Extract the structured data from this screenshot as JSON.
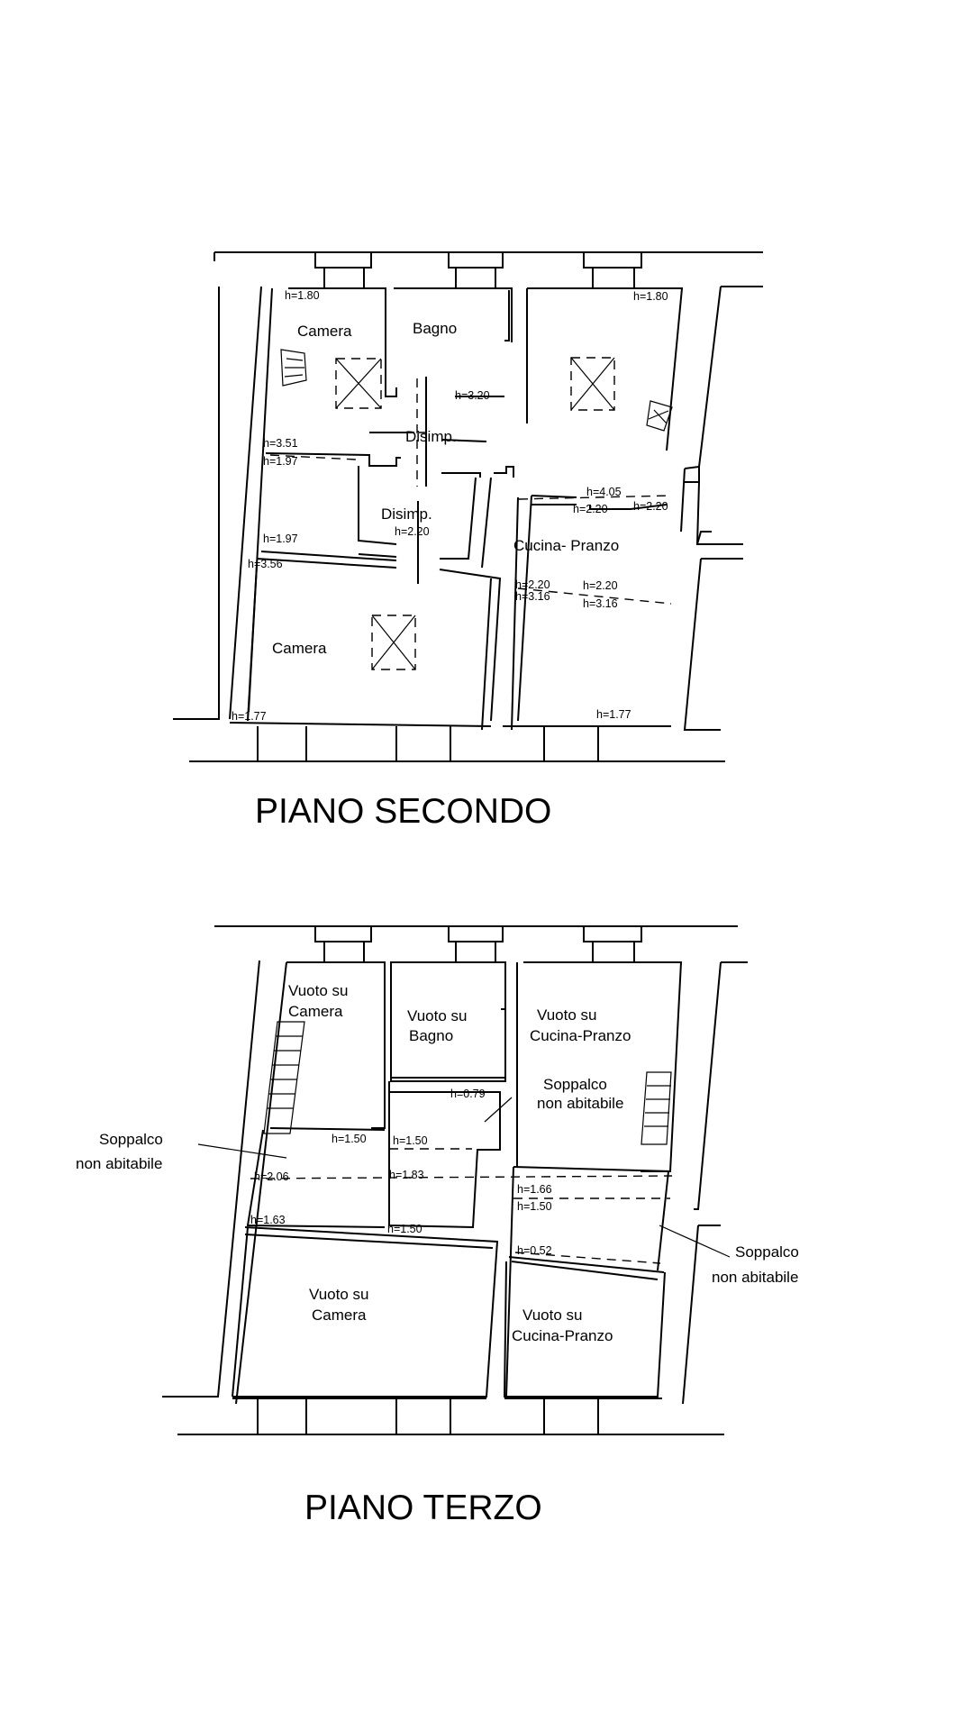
{
  "floor_plans": [
    {
      "title": "PIANO SECONDO",
      "rooms": [
        "Camera",
        "Bagno",
        "Disimp.",
        "Disimp.",
        "Camera",
        "Cucina- Pranzo"
      ],
      "heights": [
        "h=1.80",
        "h=1.80",
        "h=3.20",
        "h=3.51",
        "h=1.97",
        "h=4.05",
        "h=2.20",
        "h=2.20",
        "h=2.20",
        "h=1.97",
        "h=3.56",
        "h=2.20",
        "h=3.16",
        "h=2.20",
        "h=3.16",
        "h=1.77",
        "h=1.77"
      ]
    },
    {
      "title": "PIANO TERZO",
      "rooms": [
        "Vuoto su",
        "Camera",
        "Vuoto su",
        "Bagno",
        "Vuoto su",
        "Cucina-Pranzo",
        "Soppalco",
        "non abitabile",
        "Vuoto su",
        "Camera",
        "Vuoto su",
        "Cucina-Pranzo"
      ],
      "heights": [
        "h=0.79",
        "h=1.50",
        "h=1.50",
        "h=2.06",
        "h=1.83",
        "h=1.66",
        "h=1.50",
        "h=1.63",
        "h=1.50",
        "h=0.52"
      ],
      "notes": [
        "Soppalco",
        "non abitabile",
        "Soppalco",
        "non abitabile"
      ]
    }
  ]
}
